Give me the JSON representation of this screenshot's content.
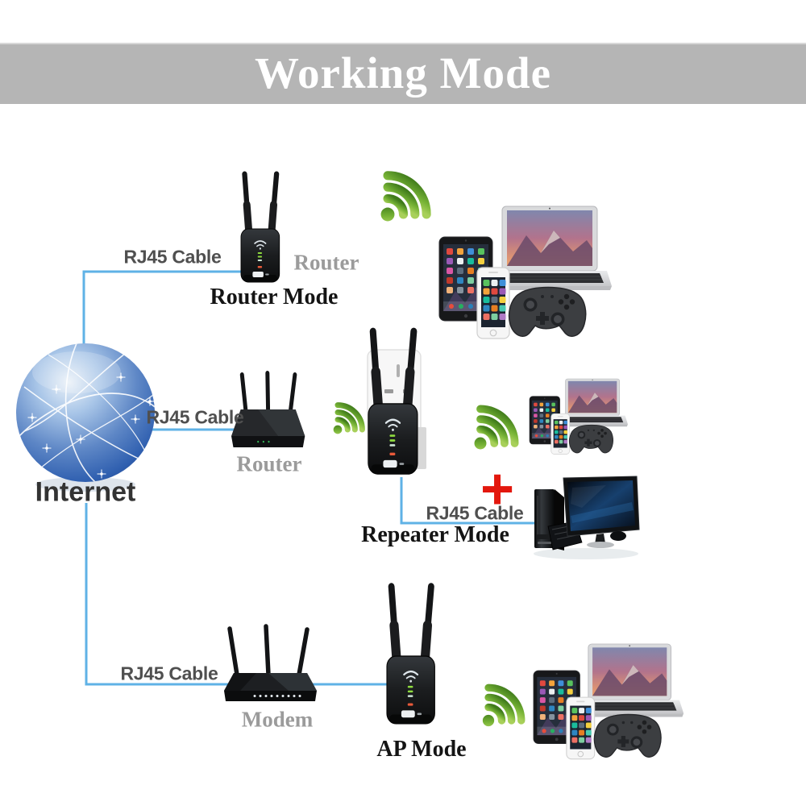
{
  "title": "Working Mode",
  "internet": {
    "label": "Internet"
  },
  "branches": {
    "router": {
      "cable_label": "RJ45 Cable",
      "device_label": "Router",
      "mode_label": "Router Mode"
    },
    "repeater": {
      "cable_in_label": "RJ45 Cable",
      "router_label": "Router",
      "plus_symbol": "+",
      "cable_out_label": "RJ45 Cable",
      "mode_label": "Repeater Mode"
    },
    "ap": {
      "cable_label": "RJ45 Cable",
      "modem_label": "Modem",
      "mode_label": "AP Mode"
    }
  },
  "colors": {
    "banner_bg": "#b5b5b5",
    "banner_text": "#ffffff",
    "cable_line_blue": "#5fb2e6",
    "wifi_green": "#77b336",
    "plus_red": "#e3170d",
    "device_label_gray": "#9b9b9b",
    "cable_label_gray": "#4f4f4f",
    "mode_label_black": "#141414",
    "globe_blue": "#2b57a8"
  },
  "icons": {
    "wifi": "wifi-signal-icon",
    "globe": "internet-globe-icon",
    "plus": "plus-icon",
    "repeater": "wifi-repeater-device",
    "router": "router-device",
    "modem": "modem-device",
    "outlet": "wall-outlet",
    "clients": "client-devices-tablet-phone-laptop-controller",
    "desktop": "desktop-pc"
  }
}
